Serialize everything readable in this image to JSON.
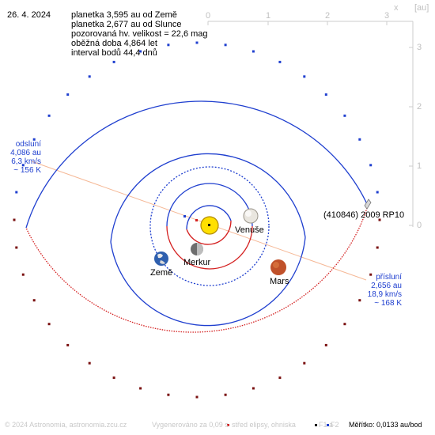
{
  "date": "26. 4. 2024",
  "info_lines": [
    "planetka 3,595 au od Země",
    "planetka 2,677 au od Slunce",
    "pozorovaná hv. velikost = 22,6 mag",
    "oběžná doba 4,864 let",
    "interval bodů 44,4 dnů"
  ],
  "axes": {
    "x_label": "x",
    "unit_label": "[au]",
    "x_ticks": [
      "0",
      "1",
      "2",
      "3"
    ],
    "y_ticks": [
      "3",
      "2",
      "1",
      "0"
    ]
  },
  "planets": {
    "venus": "Venuše",
    "mercury": "Merkur",
    "earth": "Země",
    "mars": "Mars"
  },
  "asteroid_label": "(410846) 2009 RP10",
  "aphelion": {
    "title": "odsluní",
    "distance": "4,086 au",
    "speed": "6,3 km/s",
    "temp": "~ 156 K"
  },
  "perihelion": {
    "title": "přísluní",
    "distance": "2,656 au",
    "speed": "18,9 km/s",
    "temp": "~ 168 K"
  },
  "footer": {
    "copyright": "© 2024 Astronomia, astronomia.zcu.cz",
    "generated": "Vygenerováno za 0,09 s",
    "legend_center": "střed elipsy, ohniska",
    "legend_f1": "F1 a",
    "legend_f2": "F2",
    "scale": "Měřítko: 0,0133 au/bod"
  },
  "colors": {
    "orbit_above": "#1f3fcf",
    "orbit_below": "#d42020",
    "apsis_line": "#f5b896",
    "axis": "#cccccc",
    "sun": "#ffe000"
  },
  "icons": {
    "sun": "sun-icon",
    "asteroid": "asteroid-marker-icon"
  }
}
